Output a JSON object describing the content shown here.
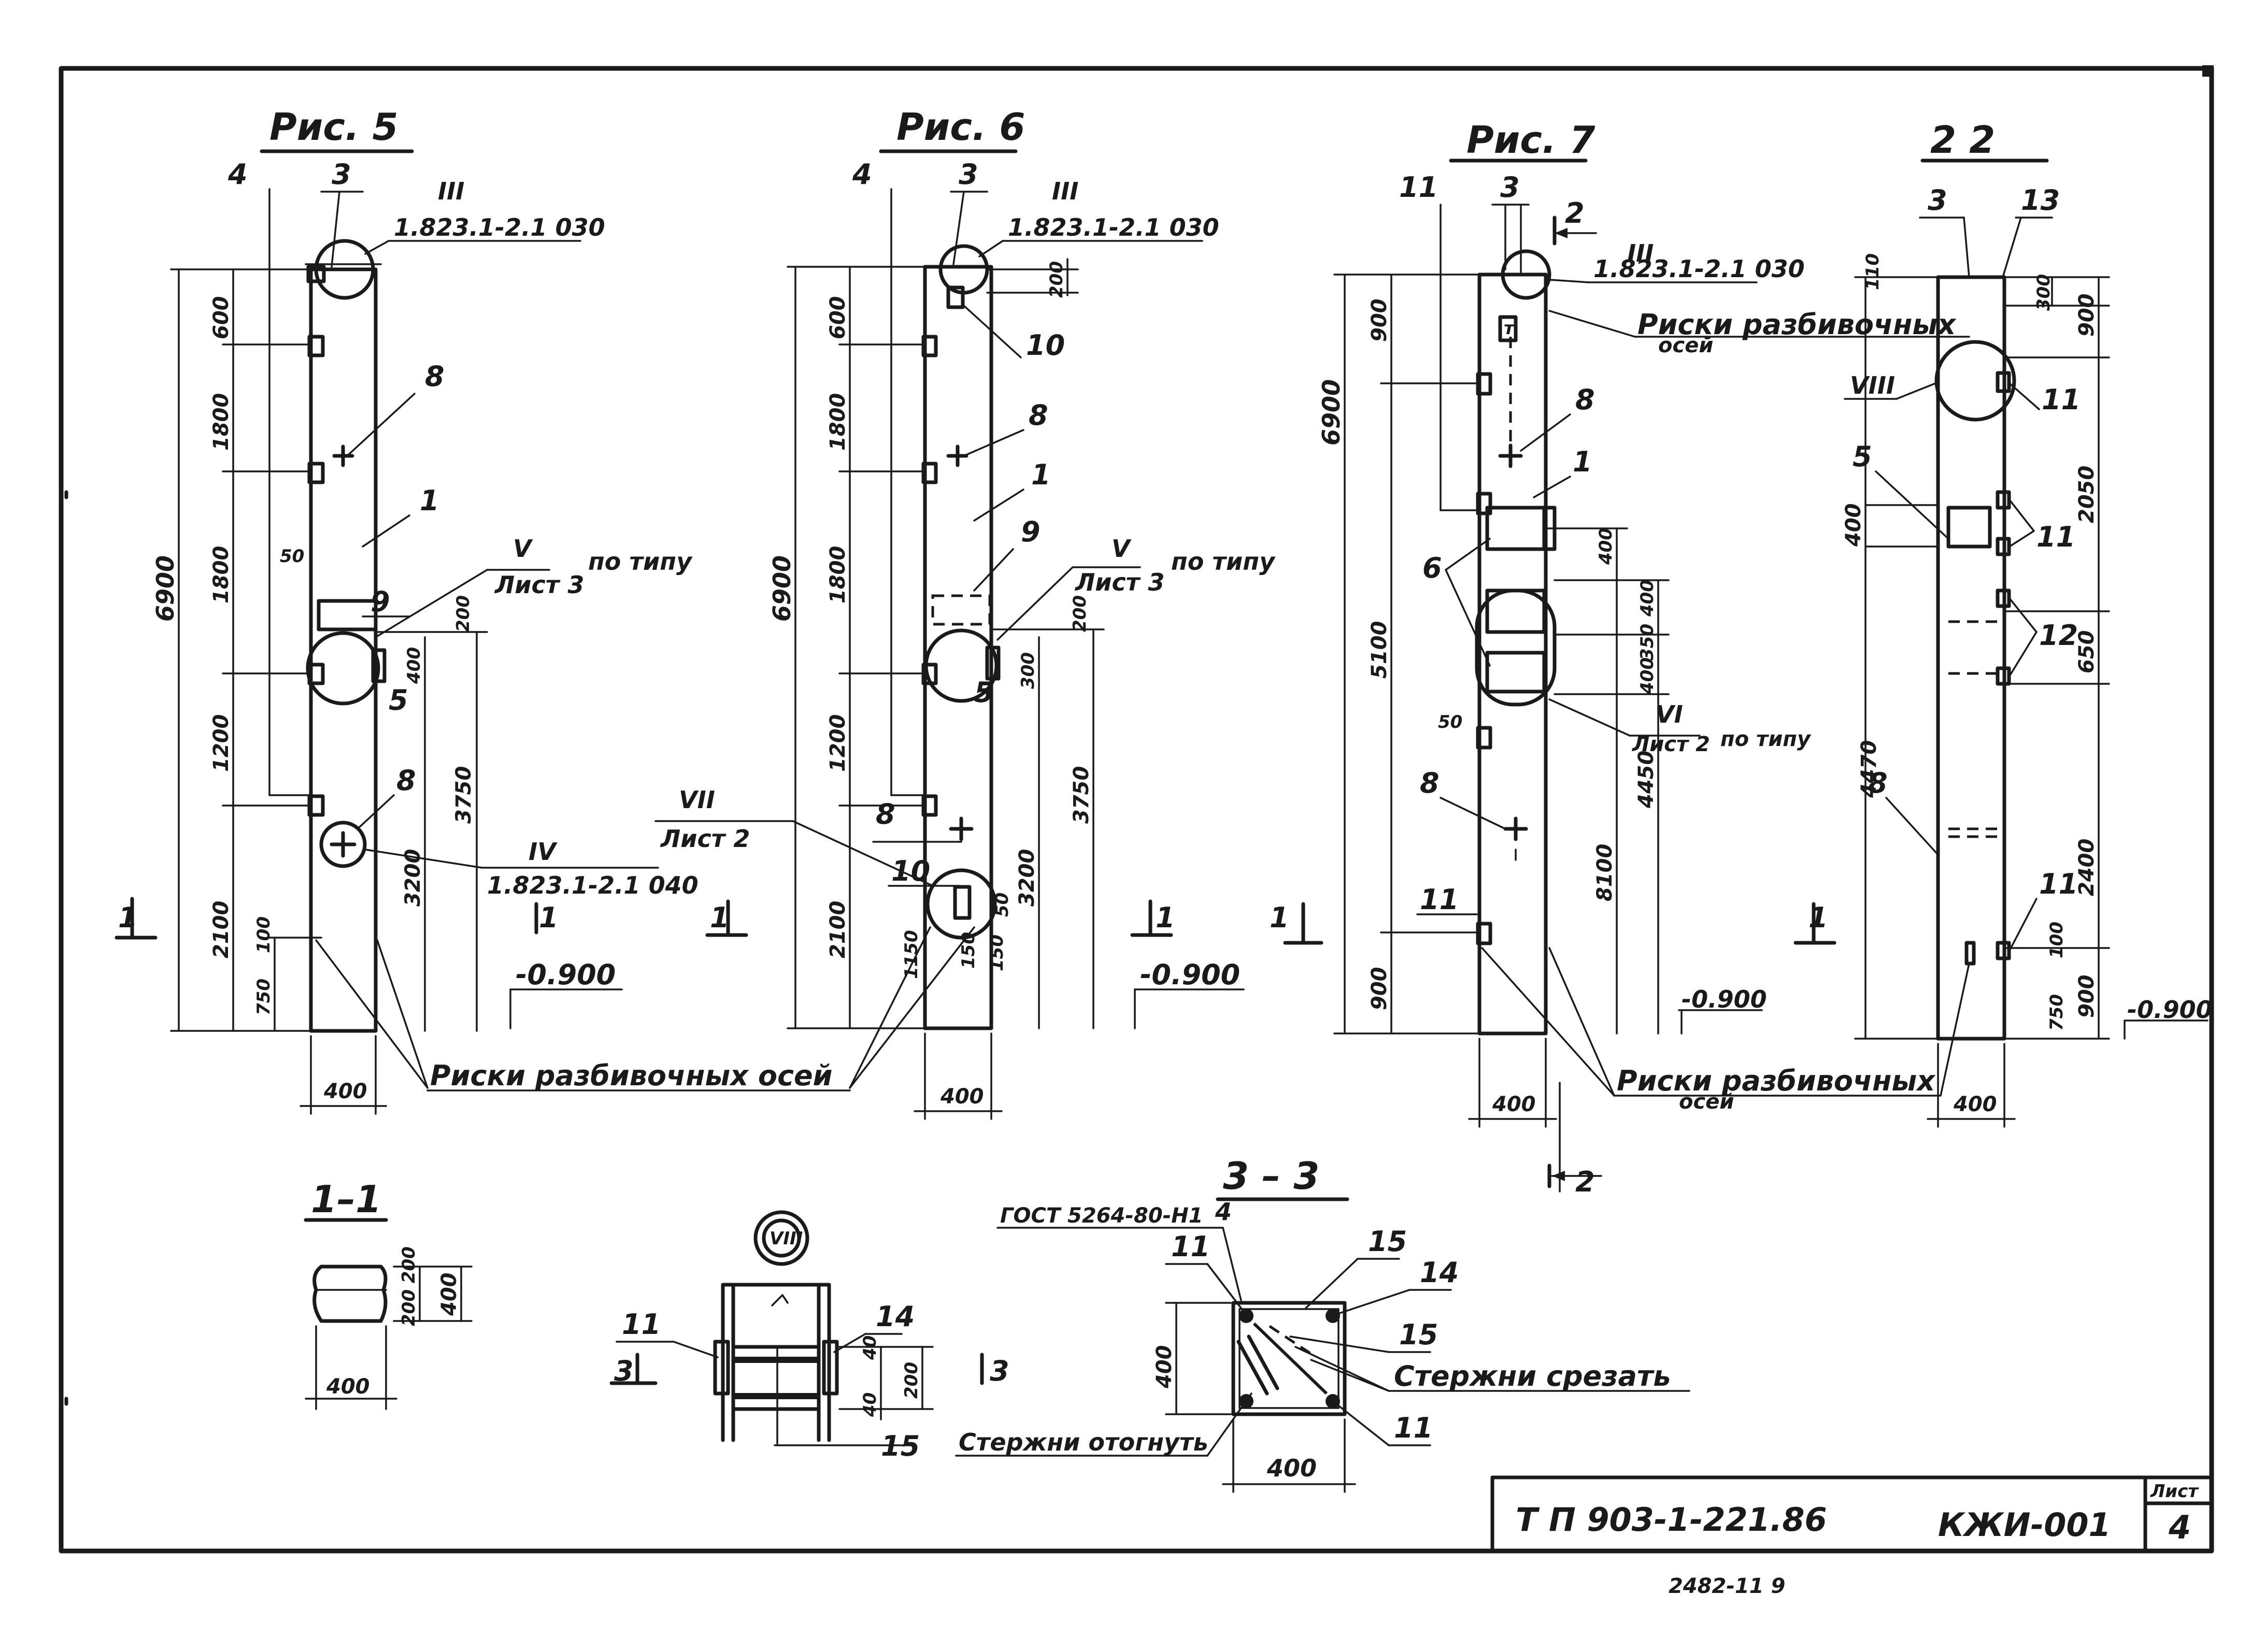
{
  "figures": {
    "fig5": "Рис. 5",
    "fig6": "Рис. 6",
    "fig7": "Рис. 7",
    "sec22": "2   2",
    "sec11": "1–1",
    "sec33": "3 – 3",
    "node8": "VIII"
  },
  "refs": {
    "r1823_030": "1.823.1-2.1 030",
    "r1823_040": "1.823.1-2.1 040",
    "roman3": "III",
    "roman4": "IV",
    "roman5": "V",
    "roman6": "VI",
    "roman7": "VII",
    "list3": "Лист 3",
    "list2": "Лист 2",
    "po_tipu": "по типу"
  },
  "notes": {
    "riski_osej": "Риски разбивочных осей",
    "riski_line1": "Риски разбивочных",
    "riski_line2": "осей",
    "gost": "ГОСТ 5264-80-Н1",
    "sterzhni_srezat": "Стержни срезать",
    "sterzhni_otognut": "Стержни отогнуть",
    "level": "-0.900"
  },
  "dims": {
    "d6900": "6900",
    "d600": "600",
    "d1800": "1800",
    "d1200": "1200",
    "d2100": "2100",
    "d750": "750",
    "d400": "400",
    "d3750": "3750",
    "d3200": "3200",
    "d200": "200",
    "d50": "50",
    "d100": "100",
    "d900": "900",
    "d5100": "5100",
    "d4450": "4450",
    "d8100": "8100",
    "d350": "350",
    "d110": "110",
    "d300": "300",
    "d2050": "2050",
    "d4470": "4470",
    "d2400": "2400",
    "d650": "650",
    "d1150": "1150",
    "d150": "150",
    "d40": "40",
    "d200x2": "200 200"
  },
  "marks": {
    "m1": "1",
    "m2": "2",
    "m3": "3",
    "m4": "4",
    "m5": "5",
    "m6": "6",
    "m8": "8",
    "m9": "9",
    "m10": "10",
    "m11": "11",
    "m12": "12",
    "m13": "13",
    "m14": "14",
    "m15": "15"
  },
  "titleblock": {
    "project": "Т П 903-1-221.86",
    "code": "КЖИ-001",
    "sheet_label": "Лист",
    "sheet_no": "4"
  },
  "footer": "2482-11  9"
}
